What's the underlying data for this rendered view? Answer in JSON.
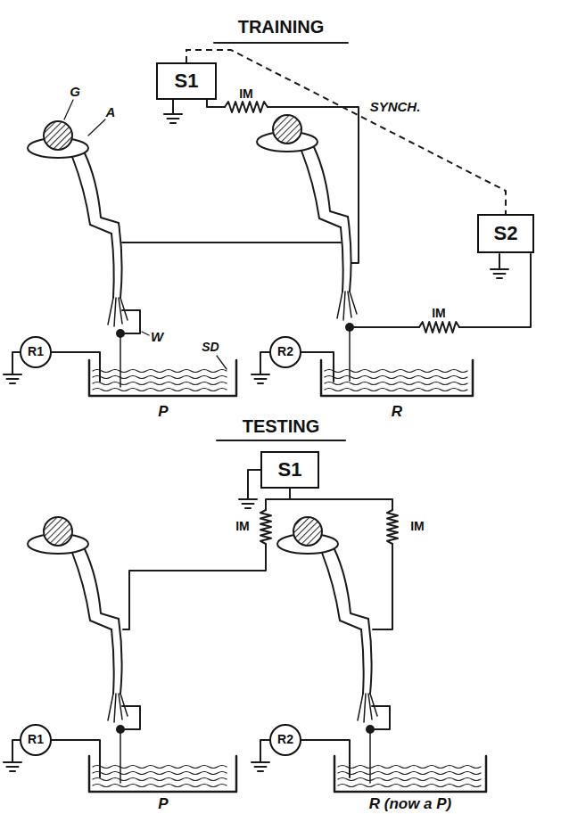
{
  "diagram": {
    "nodes": [
      {
        "text": [
          "S1"
        ]
      },
      {
        "text": [
          "S2"
        ]
      },
      {
        "text": [
          "R1"
        ]
      },
      {
        "text": [
          "R2"
        ]
      },
      {
        "text": [
          "S1"
        ]
      },
      {
        "text": [
          "R1"
        ]
      },
      {
        "text": [
          "R2"
        ]
      }
    ],
    "edges": [
      {
        "from": 0,
        "to": 1,
        "arrow": "none",
        "label": "SYNCH."
      }
    ],
    "labels": [
      "TRAINING",
      "G",
      "A",
      "IM",
      "W",
      "SD",
      "P",
      "IM",
      "R",
      "TESTING",
      "IM",
      "IM",
      "P",
      "R (now a P)"
    ]
  }
}
